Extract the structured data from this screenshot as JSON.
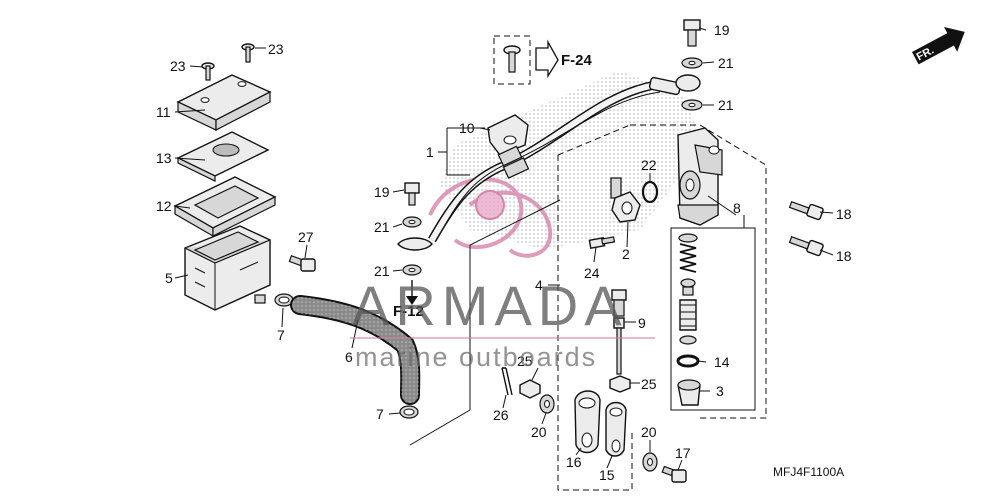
{
  "diagram": {
    "drawing_code": "MFJ4F1100A",
    "direction_label": "FR.",
    "references": [
      "F-24",
      "F-12"
    ],
    "watermark": {
      "brand": "ARMADA",
      "tagline": "marine outboards"
    },
    "callouts": {
      "c1": "1",
      "c2": "2",
      "c3": "3",
      "c4": "4",
      "c5": "5",
      "c6": "6",
      "c7a": "7",
      "c7b": "7",
      "c8": "8",
      "c9": "9",
      "c10": "10",
      "c11": "11",
      "c12": "12",
      "c13": "13",
      "c14": "14",
      "c15": "15",
      "c16": "16",
      "c17": "17",
      "c18a": "18",
      "c18b": "18",
      "c19a": "19",
      "c19b": "19",
      "c20a": "20",
      "c20b": "20",
      "c21a": "21",
      "c21b": "21",
      "c21c": "21",
      "c21d": "21",
      "c22": "22",
      "c23a": "23",
      "c23b": "23",
      "c24": "24",
      "c25a": "25",
      "c25b": "25",
      "c26": "26",
      "c27": "27"
    }
  }
}
